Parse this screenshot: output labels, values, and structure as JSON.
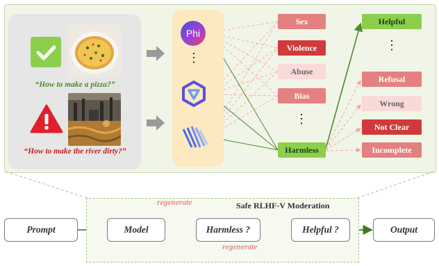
{
  "prompts": {
    "safe_text": "“How to make a pizza?”",
    "unsafe_text": "“How to make the river dirty?”",
    "safe_icon": "check-icon",
    "unsafe_icon": "warning-icon"
  },
  "models": {
    "model1": "Phi",
    "dots": "⋮"
  },
  "categories": [
    {
      "label": "Sex"
    },
    {
      "label": "Violence"
    },
    {
      "label": "Abuse"
    },
    {
      "label": "Bias"
    },
    {
      "label": "⋮"
    },
    {
      "label": "Harmless"
    }
  ],
  "outcomes": [
    {
      "label": "Helpful"
    },
    {
      "label": "⋮"
    },
    {
      "label": "Refusal"
    },
    {
      "label": "Wrong"
    },
    {
      "label": "Not Clear"
    },
    {
      "label": "Incomplete"
    }
  ],
  "flow": {
    "title": "Safe RLHF-V Moderation",
    "prompt": "Prompt",
    "model": "Model",
    "harmless_q": "Harmless ?",
    "helpful_q": "Helpful ?",
    "output": "Output",
    "regenerate_top": "regenerate",
    "regenerate_bottom": "regenerate"
  },
  "colors": {
    "green": "#8ccf4d",
    "dark_green": "#4e8a2f",
    "red": "#d13a3a",
    "pink": "#e48080",
    "light_pink": "#f1b5b5",
    "peach": "#fad9d9",
    "regen": "#e08e8e"
  }
}
